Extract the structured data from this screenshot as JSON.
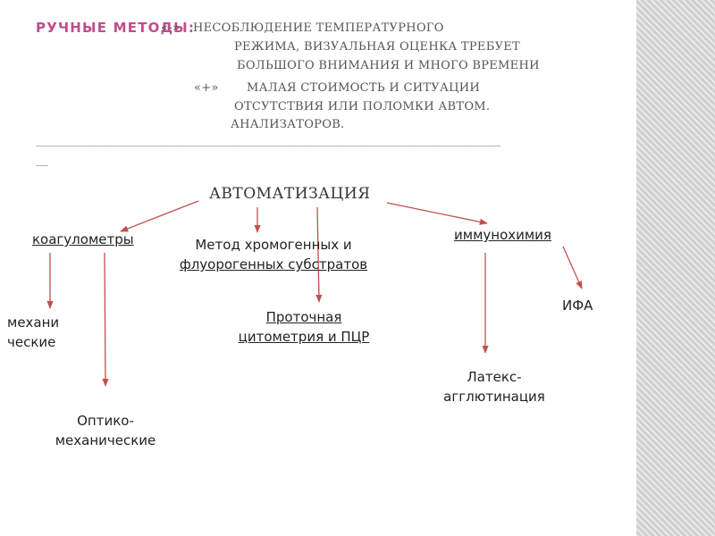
{
  "header": {
    "title": "РУЧНЫЕ МЕТОДЫ:",
    "minus_marker": "«-»",
    "minus_lines": [
      "НЕСОБЛЮДЕНИЕ ТЕМПЕРАТУРНОГО",
      "РЕЖИМА, ВИЗУАЛЬНАЯ ОЦЕНКА ТРЕБУЕТ",
      "БОЛЬШОГО ВНИМАНИЯ И МНОГО ВРЕМЕНИ"
    ],
    "plus_marker": "«+»",
    "plus_lines": [
      "МАЛАЯ СТОИМОСТЬ И СИТУАЦИИ",
      "ОТСУТСТВИЯ ИЛИ ПОЛОМКИ АВТОМ.",
      "АНАЛИЗАТОРОВ."
    ],
    "rule_line1": "________________________________________________________________________",
    "rule_line2": "__"
  },
  "diagram": {
    "root": "АВТОМАТИЗАЦИЯ",
    "coagulometers": "коагулометры",
    "chromogenic_line1": "Метод хромогенных и",
    "chromogenic_line2": "флуорогенных субстратов",
    "immunochemistry": "иммунохимия",
    "mechanical_line1": "механи",
    "mechanical_line2": "ческие",
    "optomech_line1": "Оптико-",
    "optomech_line2": "механические",
    "flow_line1": "Проточная",
    "flow_line2": "цитометрия и ПЦР",
    "ifa": "ИФА",
    "latex_line1": "Латекс-",
    "latex_line2": "агглютинация"
  },
  "colors": {
    "title": "#c04d8c",
    "arrow": "#c0504d",
    "stripe": "#d0d0d0"
  }
}
